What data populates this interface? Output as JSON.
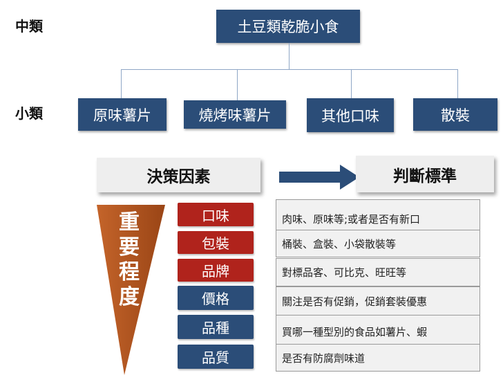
{
  "labels": {
    "middle": "中類",
    "small": "小類"
  },
  "middle_category": "土豆類乾脆小食",
  "small_categories": [
    "原味薯片",
    "燒烤味薯片",
    "其他口味",
    "散裝"
  ],
  "headers": {
    "factors": "決策因素",
    "criteria": "判斷標準"
  },
  "importance_label": "重要程度",
  "factors": [
    {
      "name": "口味",
      "criterion": "肉味、原味等;或者是否有新口",
      "color": "#b0231c"
    },
    {
      "name": "包裝",
      "criterion": "桶裝、盒裝、小袋散裝等",
      "color": "#b0231c"
    },
    {
      "name": "品牌",
      "criterion": "對標品客、可比克、旺旺等",
      "color": "#b0231c"
    },
    {
      "name": "價格",
      "criterion": "關注是否有促銷，促銷套裝優惠",
      "color": "#2b4d78"
    },
    {
      "name": "品種",
      "criterion": "買哪一種型別的食品如薯片、蝦",
      "color": "#2b4d78"
    },
    {
      "name": "品質",
      "criterion": "是否有防腐劑味道",
      "color": "#2b4d78"
    }
  ]
}
